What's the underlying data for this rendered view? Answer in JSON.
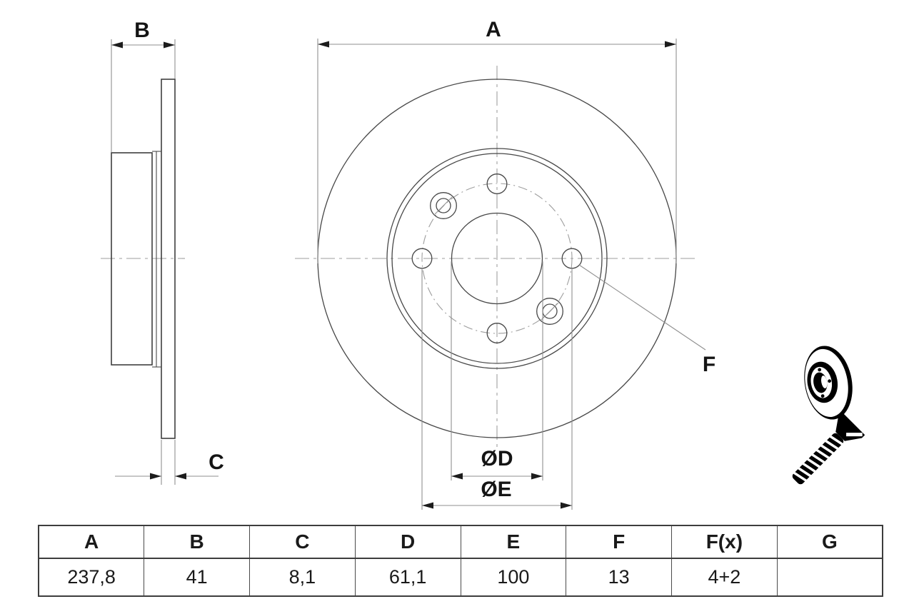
{
  "drawing": {
    "dimension_labels": {
      "a": "A",
      "b": "B",
      "c": "C",
      "f": "F",
      "diameter_d": "ØD",
      "diameter_e": "ØE"
    }
  },
  "spec_table": {
    "headers": [
      "A",
      "B",
      "C",
      "D",
      "E",
      "F",
      "F(x)",
      "G"
    ],
    "values": [
      "237,8",
      "41",
      "8,1",
      "61,1",
      "100",
      "13",
      "4+2",
      ""
    ]
  },
  "icons": [
    "brake-disc-3d-icon",
    "countersunk-screw-icon"
  ],
  "colors": {
    "background": "#ffffff",
    "part_line": "#3f3f3f",
    "dimension_line": "#8f8f8f",
    "center_line": "#9e9e9e",
    "arrow": "#1c1c1c",
    "label_text": "#141414",
    "table_border": "#3d3d3d",
    "icon": "#000000"
  }
}
